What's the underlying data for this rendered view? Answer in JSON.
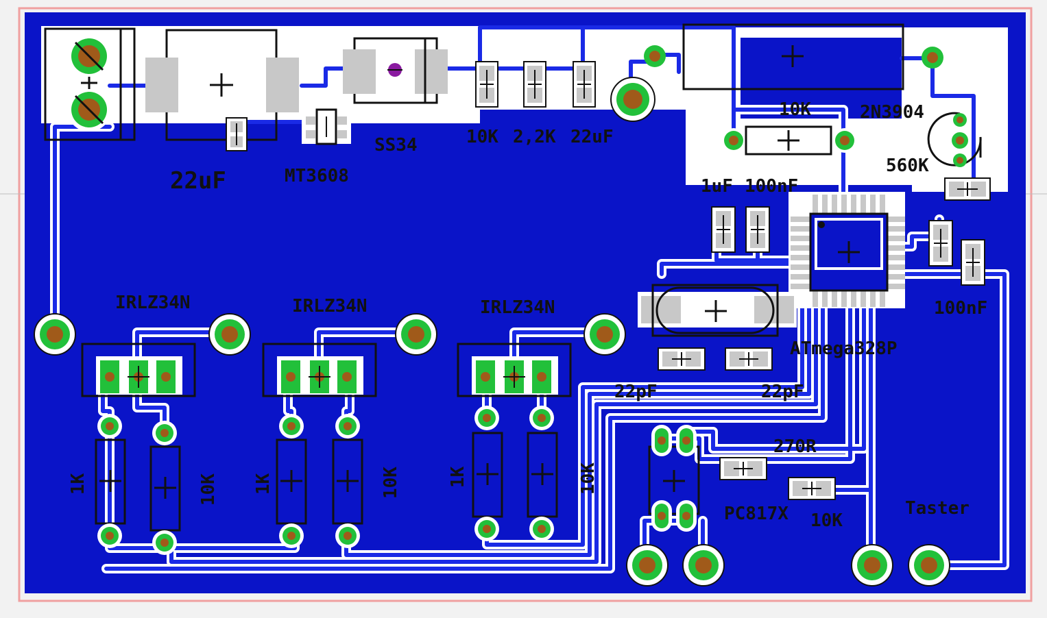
{
  "colors": {
    "background": "#f2f2f2",
    "board_fill": "#0a14c8",
    "trace": "#ffffff",
    "copper_trace": "#1a2ae6",
    "pad_ring": "#22c03a",
    "pad_center": "#a05a1a",
    "smd_pad": "#c8c8c8",
    "silkscreen": "#111111",
    "board_edge": "#f0a0a0",
    "via": "#8a1aa0"
  },
  "labels": {
    "cap_input": "22uF",
    "reg": "MT3608",
    "diode": "SS34",
    "r_10k_top": "10K",
    "r_2k2": "2,2K",
    "cap_out": "22uF",
    "r_10k_upper": "10K",
    "transistor": "2N3904",
    "r_560k": "560K",
    "cap_1uf": "1uF",
    "cap_100nf_a": "100nF",
    "cap_100nf_b": "100nF",
    "mcu": "ATmega328P",
    "cap_22pf_a": "22pF",
    "cap_22pf_b": "22pF",
    "mosfet_1": "IRLZ34N",
    "mosfet_2": "IRLZ34N",
    "mosfet_3": "IRLZ34N",
    "r_1k_1": "1K",
    "r_10k_1": "10K",
    "r_1k_2": "1K",
    "r_10k_2": "10K",
    "r_1k_3": "1K",
    "r_10k_3": "10K",
    "r_270": "270R",
    "opto": "PC817X",
    "r_10k_opto": "10K",
    "button": "Taster"
  }
}
